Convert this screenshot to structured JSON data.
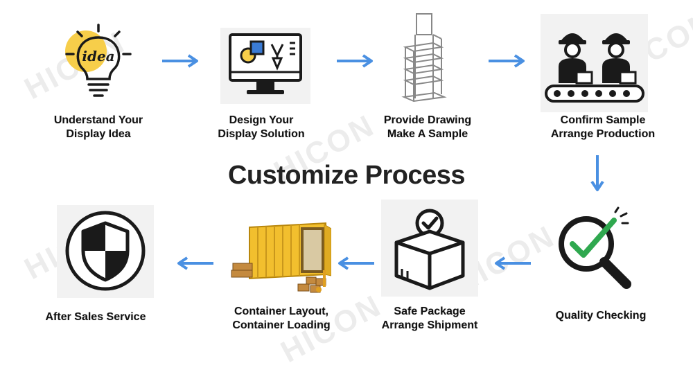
{
  "title": "Customize Process",
  "watermark": "HICON",
  "arrow_color": "#4a90e2",
  "steps": [
    {
      "line1": "Understand Your",
      "line2": "Display Idea",
      "icon": "idea-lightbulb-icon",
      "icon_text": "idea"
    },
    {
      "line1": "Design Your",
      "line2": "Display Solution",
      "icon": "design-monitor-icon"
    },
    {
      "line1": "Provide Drawing",
      "line2": "Make A Sample",
      "icon": "display-rack-icon"
    },
    {
      "line1": "Confirm Sample",
      "line2": "Arrange Production",
      "icon": "production-workers-icon"
    },
    {
      "line1": "Quality Checking",
      "line2": "",
      "icon": "quality-check-magnifier-icon"
    },
    {
      "line1": "Safe Package",
      "line2": "Arrange Shipment",
      "icon": "package-box-icon"
    },
    {
      "line1": "Container Layout,",
      "line2": "Container Loading",
      "icon": "shipping-container-icon"
    },
    {
      "line1": "After Sales Service",
      "line2": "",
      "icon": "shield-icon"
    }
  ]
}
